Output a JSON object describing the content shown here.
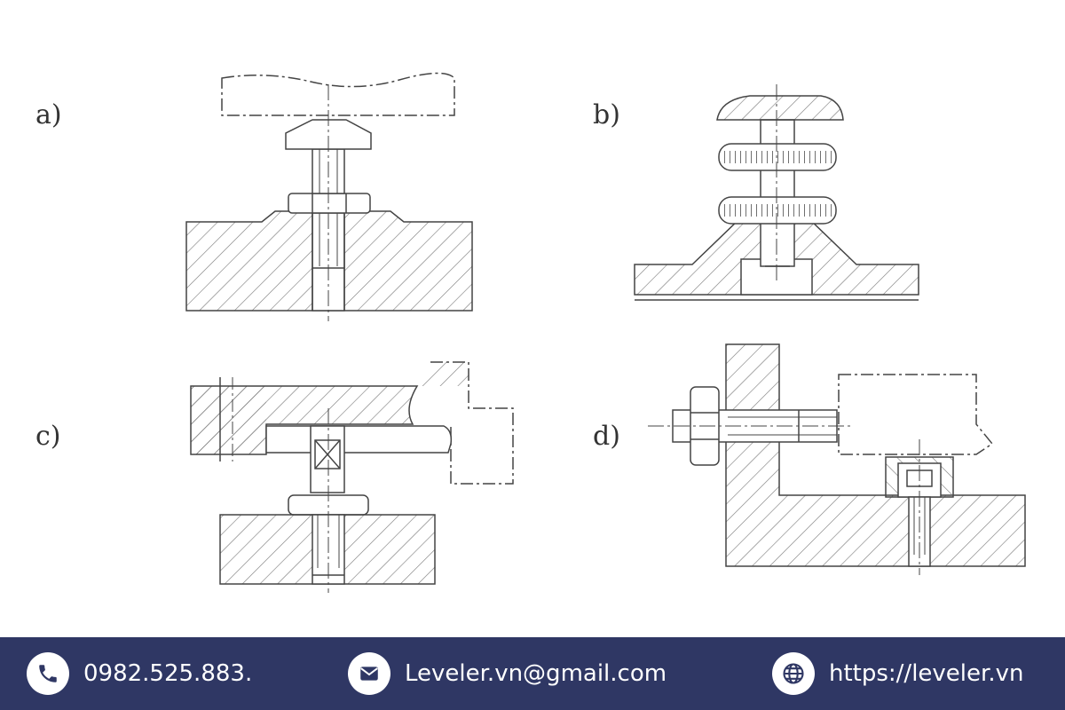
{
  "panels": {
    "a": "a)",
    "b": "b)",
    "c": "c)",
    "d": "d)"
  },
  "footer": {
    "phone": "0982.525.883.",
    "email": "Leveler.vn@gmail.com",
    "website": "https://leveler.vn",
    "phone_icon": "phone-icon",
    "email_icon": "envelope-icon",
    "website_icon": "globe-icon",
    "background_color": "#2f3764"
  }
}
